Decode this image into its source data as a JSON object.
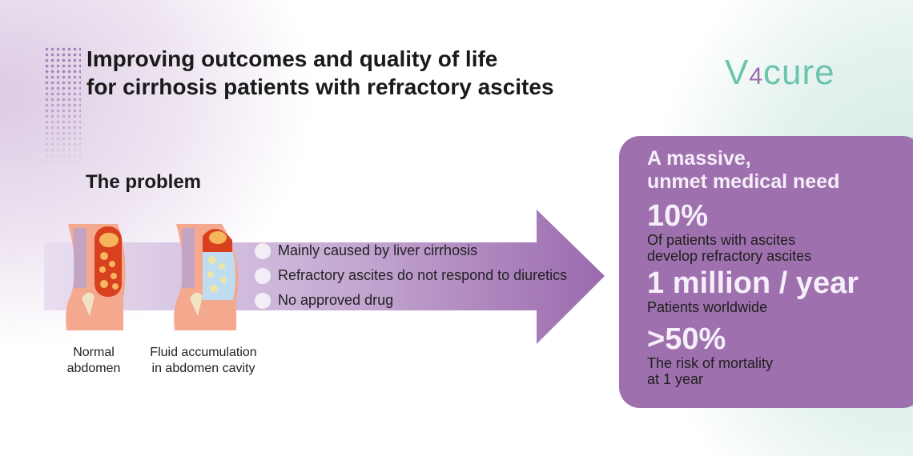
{
  "title": {
    "line1": "Improving outcomes and quality of life",
    "line2": "for cirrhosis patients with refractory ascites"
  },
  "logo": {
    "text_v": "V",
    "text_4": "4",
    "text_cure": "cure"
  },
  "problem": {
    "heading": "The problem",
    "bullets": [
      "Mainly caused by liver cirrhosis",
      "Refractory ascites do not respond to diuretics",
      "No approved drug"
    ],
    "captions": [
      {
        "line1": "Normal",
        "line2": "abdomen"
      },
      {
        "line1": "Fluid accumulation",
        "line2": "in abdomen cavity"
      }
    ]
  },
  "need": {
    "heading1": "A massive,",
    "heading2": "unmet medical need",
    "stats": [
      {
        "value": "10%",
        "desc1": "Of patients with ascites",
        "desc2": "develop refractory ascites"
      },
      {
        "value": "1 million / year",
        "desc1": "Patients worldwide",
        "desc2": ""
      },
      {
        "value": ">50%",
        "desc1": "The risk of mortality",
        "desc2": "at 1 year"
      }
    ]
  },
  "colors": {
    "purple": "#9e71ae",
    "teal": "#6cc3ae"
  }
}
